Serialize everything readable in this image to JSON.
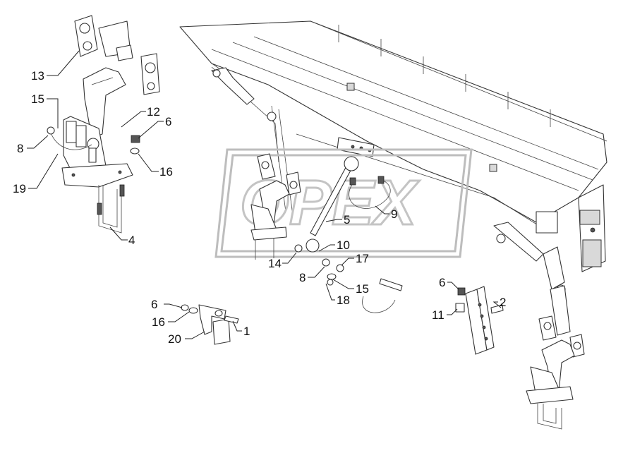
{
  "diagram": {
    "callouts": [
      {
        "id": "c13",
        "text": "13"
      },
      {
        "id": "c15a",
        "text": "15"
      },
      {
        "id": "c12",
        "text": "12"
      },
      {
        "id": "c6a",
        "text": "6"
      },
      {
        "id": "c8a",
        "text": "8"
      },
      {
        "id": "c16a",
        "text": "16"
      },
      {
        "id": "c19",
        "text": "19"
      },
      {
        "id": "c4",
        "text": "4"
      },
      {
        "id": "c5",
        "text": "5"
      },
      {
        "id": "c9",
        "text": "9"
      },
      {
        "id": "c10",
        "text": "10"
      },
      {
        "id": "c14",
        "text": "14"
      },
      {
        "id": "c17",
        "text": "17"
      },
      {
        "id": "c8b",
        "text": "8"
      },
      {
        "id": "c15b",
        "text": "15"
      },
      {
        "id": "c18",
        "text": "18"
      },
      {
        "id": "c6b",
        "text": "6"
      },
      {
        "id": "c16b",
        "text": "16"
      },
      {
        "id": "c20",
        "text": "20"
      },
      {
        "id": "c1",
        "text": "1"
      },
      {
        "id": "c6c",
        "text": "6"
      },
      {
        "id": "c2",
        "text": "2"
      },
      {
        "id": "c11",
        "text": "11"
      }
    ],
    "watermark": {
      "text": "OPEX"
    }
  }
}
